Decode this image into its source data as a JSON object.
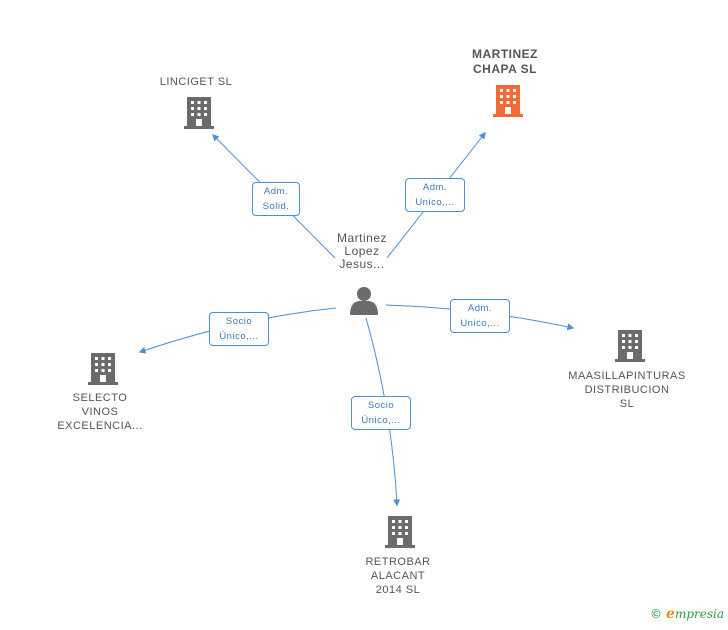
{
  "colors": {
    "edge": "#4a90d9",
    "building": "#6b6b6b",
    "building_main": "#f06a35",
    "person": "#6b6b6b"
  },
  "center": {
    "lines": [
      "Martinez",
      "Lopez",
      "Jesus..."
    ],
    "icon": "person-icon"
  },
  "companies": [
    {
      "id": "linciget",
      "lines": [
        "LINCIGET SL"
      ],
      "main": false,
      "icon": "building-icon"
    },
    {
      "id": "martinez-chapa",
      "lines": [
        "MARTINEZ",
        "CHAPA SL"
      ],
      "main": true,
      "icon": "building-icon"
    },
    {
      "id": "maasillapinturas",
      "lines": [
        "MAASILLAPINTURAS",
        "DISTRIBUCION",
        "SL"
      ],
      "main": false,
      "icon": "building-icon"
    },
    {
      "id": "selecto",
      "lines": [
        "SELECTO",
        "VINOS",
        "EXCELENCIA..."
      ],
      "main": false,
      "icon": "building-icon"
    },
    {
      "id": "retrobar",
      "lines": [
        "RETROBAR",
        "ALACANT",
        "2014 SL"
      ],
      "main": false,
      "icon": "building-icon"
    }
  ],
  "relations": [
    {
      "to": "linciget",
      "lines": [
        "Adm.",
        "Solid."
      ]
    },
    {
      "to": "martinez-chapa",
      "lines": [
        "Adm.",
        "Unico,..."
      ]
    },
    {
      "to": "maasillapinturas",
      "lines": [
        "Adm.",
        "Unico,..."
      ]
    },
    {
      "to": "selecto",
      "lines": [
        "Socio",
        "Único,..."
      ]
    },
    {
      "to": "retrobar",
      "lines": [
        "Socio",
        "Único,..."
      ]
    }
  ],
  "footer": {
    "copyright": "©",
    "brand_initial": "e",
    "brand_rest": "mpresia"
  }
}
